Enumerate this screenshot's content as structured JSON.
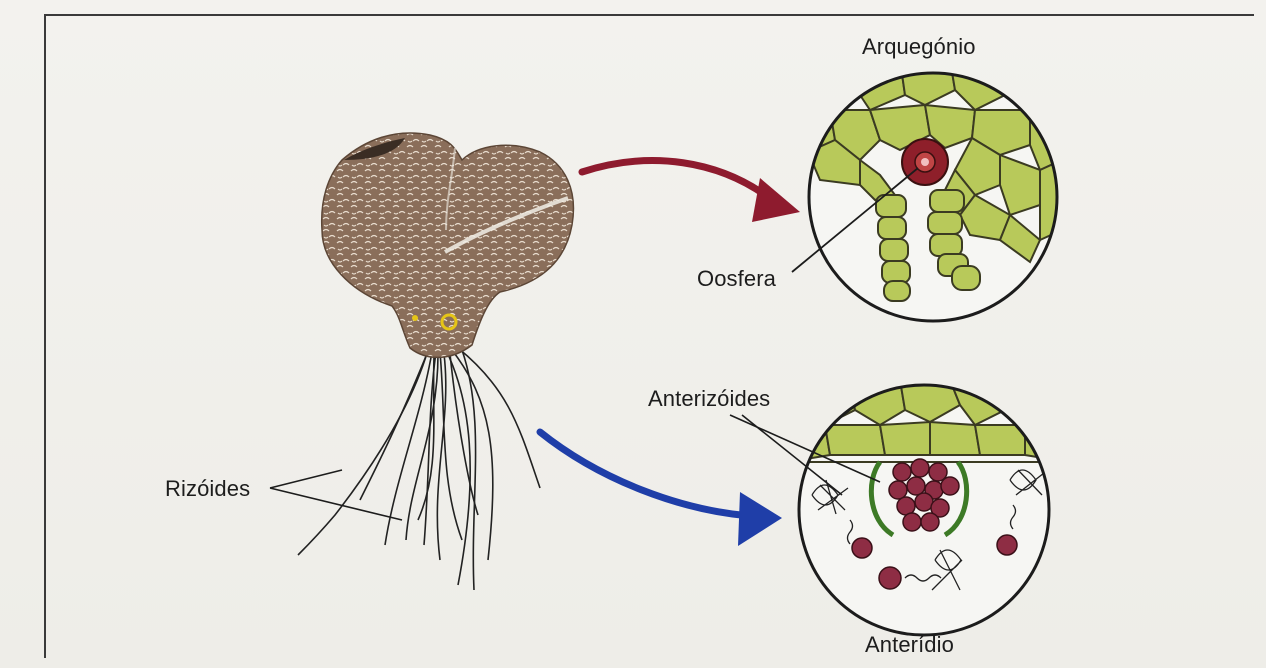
{
  "labels": {
    "archegonium": "Arquegónio",
    "egg": "Oosfera",
    "antherozoids": "Anterizóides",
    "rhizoids": "Rizóides",
    "antheridium": "Anterídio"
  },
  "colors": {
    "thallus": "#8a6e5a",
    "upper_arrow": "#8e1b2e",
    "lower_arrow": "#1f3ea8",
    "cells": "#b8c95a",
    "egg": "#8e1f2a",
    "antherozoid": "#8e2d44"
  }
}
